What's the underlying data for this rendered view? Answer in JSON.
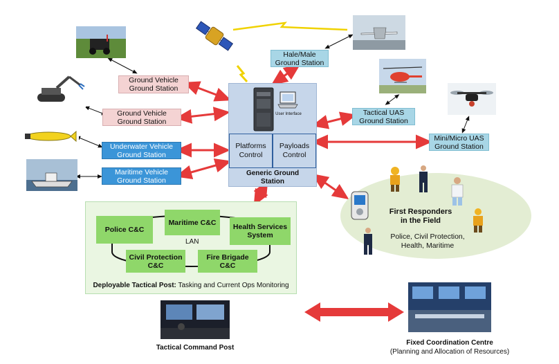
{
  "ground_stations": {
    "ground_vehicle_1": [
      "Ground Vehicle",
      "Ground Station"
    ],
    "ground_vehicle_2": [
      "Ground Vehicle",
      "Ground Station"
    ],
    "underwater_vehicle": [
      "Underwater Vehicle",
      "Ground Station"
    ],
    "maritime_vehicle": [
      "Maritime Vehicle",
      "Ground Station"
    ],
    "hale_male": [
      "Hale/Male",
      "Ground Station"
    ],
    "tactical_uas": [
      "Tactical UAS",
      "Ground Station"
    ],
    "mini_micro_uas": [
      "Mini/Micro UAS",
      "Ground Station"
    ]
  },
  "generic_ground_station": {
    "user_interface": "User Interface",
    "platforms_control": [
      "Platforms",
      "Control"
    ],
    "payloads_control": [
      "Payloads",
      "Control"
    ],
    "title": [
      "Generic Ground",
      "Station"
    ]
  },
  "first_responders": {
    "title": [
      "First Responders",
      "in the Field"
    ],
    "subtitle": [
      "Police, Civil Protection,",
      "Health, Maritime"
    ]
  },
  "tactical_post": {
    "nodes": {
      "police": "Police C&C",
      "maritime": "Maritime C&C",
      "health": [
        "Health Services",
        "System"
      ],
      "civil": [
        "Civil Protection",
        "C&C"
      ],
      "fire": [
        "Fire Brigade",
        "C&C"
      ]
    },
    "lan": "LAN",
    "caption_bold": "Deployable Tactical Post:",
    "caption_rest": " Tasking and Current Ops Monitoring"
  },
  "bottom": {
    "tactical_command_post": "Tactical Command Post",
    "fixed_coordination_centre": "Fixed Coordination Centre",
    "fixed_coordination_sub": "(Planning and Allocation of Resources)"
  },
  "colors": {
    "red_arrow": "#e53a3a",
    "pink_box": "#f4d3d3",
    "blue_box": "#3b95d8",
    "cyan_box": "#a8d6e6",
    "generic_panel": "#c6d6ea",
    "tactical_bg": "#eaf6e2",
    "cc_green": "#8fd76a",
    "responder_oval": "#e3edd3"
  }
}
